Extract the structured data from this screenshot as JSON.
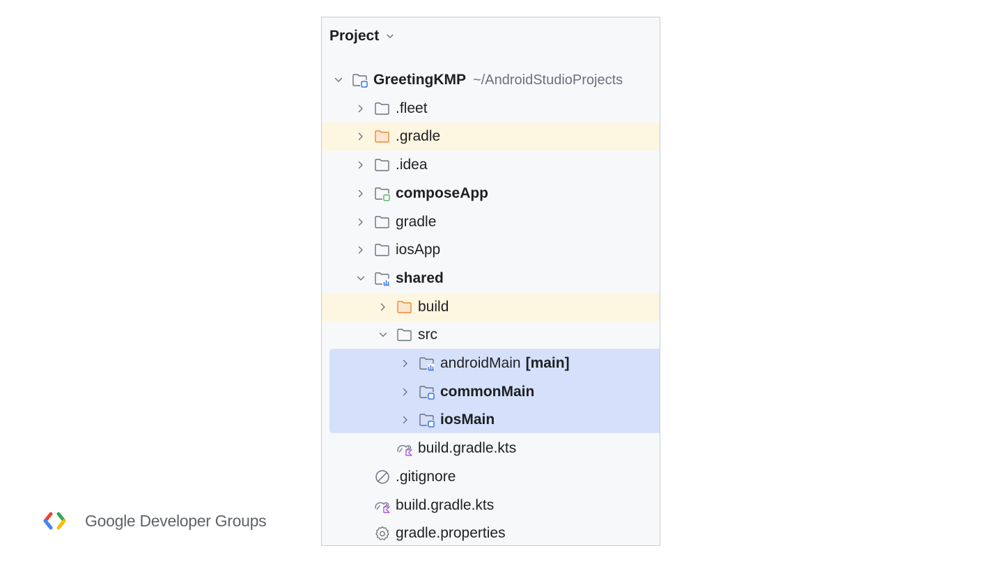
{
  "panel": {
    "title": "Project"
  },
  "tree": [
    {
      "label": "GreetingKMP",
      "bold": true,
      "path": "~/AndroidStudioProjects",
      "icon": "module-folder-blue-icon",
      "expanded": true,
      "excluded": false,
      "level": 0
    },
    {
      "label": ".fleet",
      "icon": "folder-icon",
      "expanded": false,
      "level": 1
    },
    {
      "label": ".gradle",
      "icon": "folder-orange-icon",
      "expanded": false,
      "excluded": true,
      "level": 1
    },
    {
      "label": ".idea",
      "icon": "folder-icon",
      "expanded": false,
      "level": 1
    },
    {
      "label": "composeApp",
      "bold": true,
      "icon": "module-folder-green-icon",
      "expanded": false,
      "level": 1
    },
    {
      "label": "gradle",
      "icon": "folder-icon",
      "expanded": false,
      "level": 1
    },
    {
      "label": "iosApp",
      "icon": "folder-icon",
      "expanded": false,
      "level": 1
    },
    {
      "label": "shared",
      "bold": true,
      "icon": "module-folder-android-icon",
      "expanded": true,
      "level": 1
    },
    {
      "label": "build",
      "icon": "folder-orange-icon",
      "expanded": false,
      "excluded": true,
      "level": 2
    },
    {
      "label": "src",
      "icon": "folder-icon",
      "expanded": true,
      "level": 2
    },
    {
      "label": "androidMain",
      "tag": "[main]",
      "icon": "source-set-android-icon",
      "expanded": false,
      "selected": true,
      "level": 3
    },
    {
      "label": "commonMain",
      "bold": true,
      "icon": "source-set-blue-icon",
      "expanded": false,
      "selected": true,
      "level": 3
    },
    {
      "label": "iosMain",
      "bold": true,
      "icon": "source-set-blue-icon",
      "expanded": false,
      "selected": true,
      "level": 3
    },
    {
      "label": "build.gradle.kts",
      "icon": "gradle-kotlin-icon",
      "leaf": true,
      "level": 2
    },
    {
      "label": ".gitignore",
      "icon": "ignore-file-icon",
      "leaf": true,
      "level": 1
    },
    {
      "label": "build.gradle.kts",
      "icon": "gradle-kotlin-icon",
      "leaf": true,
      "level": 1
    },
    {
      "label": "gradle.properties",
      "icon": "settings-gear-icon",
      "leaf": true,
      "level": 1
    }
  ],
  "colors": {
    "selection": "#d5e0fb",
    "excluded": "#fdf6e0",
    "module_blue": "#3574f0",
    "module_green": "#5fb865",
    "excluded_folder": "#e88a3c",
    "kotlin_purple": "#a35bd8"
  },
  "footer": {
    "brand": "Google Developer Groups"
  }
}
